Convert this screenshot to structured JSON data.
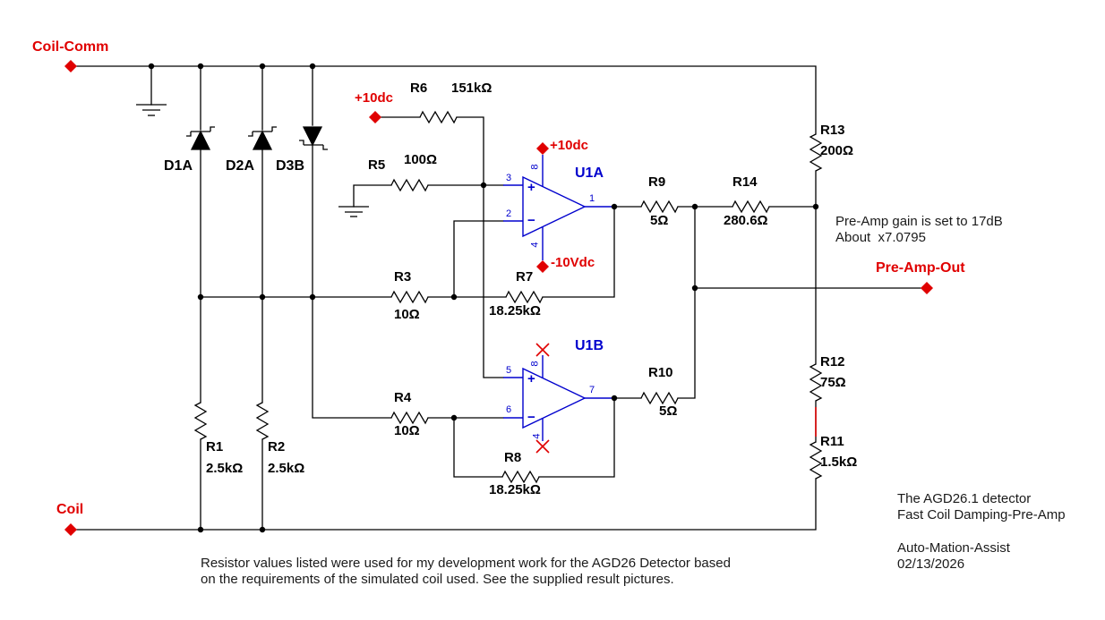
{
  "ports": {
    "coil_comm": "Coil-Comm",
    "coil": "Coil",
    "pre_amp_out": "Pre-Amp-Out"
  },
  "power": {
    "plus10_r6": "+10dc",
    "plus10_u1a": "+10dc",
    "minus10_u1a": "-10Vdc"
  },
  "diodes": {
    "d1": "D1A",
    "d2": "D2A",
    "d3": "D3B"
  },
  "opamps": {
    "u1a": {
      "name": "U1A",
      "pin3": "3",
      "pin2": "2",
      "pin1": "1",
      "pin8": "8",
      "pin4": "4",
      "plus": "+",
      "minus": "−"
    },
    "u1b": {
      "name": "U1B",
      "pin5": "5",
      "pin6": "6",
      "pin7": "7",
      "pin8": "8",
      "pin4": "4",
      "plus": "+",
      "minus": "−"
    }
  },
  "resistors": {
    "r1": {
      "ref": "R1",
      "value": "2.5kΩ"
    },
    "r2": {
      "ref": "R2",
      "value": "2.5kΩ"
    },
    "r3": {
      "ref": "R3",
      "value": "10Ω"
    },
    "r4": {
      "ref": "R4",
      "value": "10Ω"
    },
    "r5": {
      "ref": "R5",
      "value": "100Ω"
    },
    "r6": {
      "ref": "R6",
      "value": "151kΩ"
    },
    "r7": {
      "ref": "R7",
      "value": "18.25kΩ"
    },
    "r8": {
      "ref": "R8",
      "value": "18.25kΩ"
    },
    "r9": {
      "ref": "R9",
      "value": "5Ω"
    },
    "r10": {
      "ref": "R10",
      "value": "5Ω"
    },
    "r11": {
      "ref": "R11",
      "value": "1.5kΩ"
    },
    "r12": {
      "ref": "R12",
      "value": "75Ω"
    },
    "r13": {
      "ref": "R13",
      "value": "200Ω"
    },
    "r14": {
      "ref": "R14",
      "value": "280.6Ω"
    }
  },
  "annotations": {
    "gain_line1": "Pre-Amp gain is set to 17dB",
    "gain_line2": "About  x7.0795",
    "note_line1": "Resistor values listed were used for my development work for the AGD26 Detector based",
    "note_line2": "on the requirements of the simulated coil used. See the supplied result pictures.",
    "title_line1": "The AGD26.1 detector",
    "title_line2": "Fast Coil Damping-Pre-Amp",
    "author": "Auto-Mation-Assist",
    "date": "02/13/2026"
  },
  "colors": {
    "wire": "#000000",
    "opamp_blue": "#0000cd",
    "label_red": "#e00000",
    "highlight_red": "#e00000"
  }
}
